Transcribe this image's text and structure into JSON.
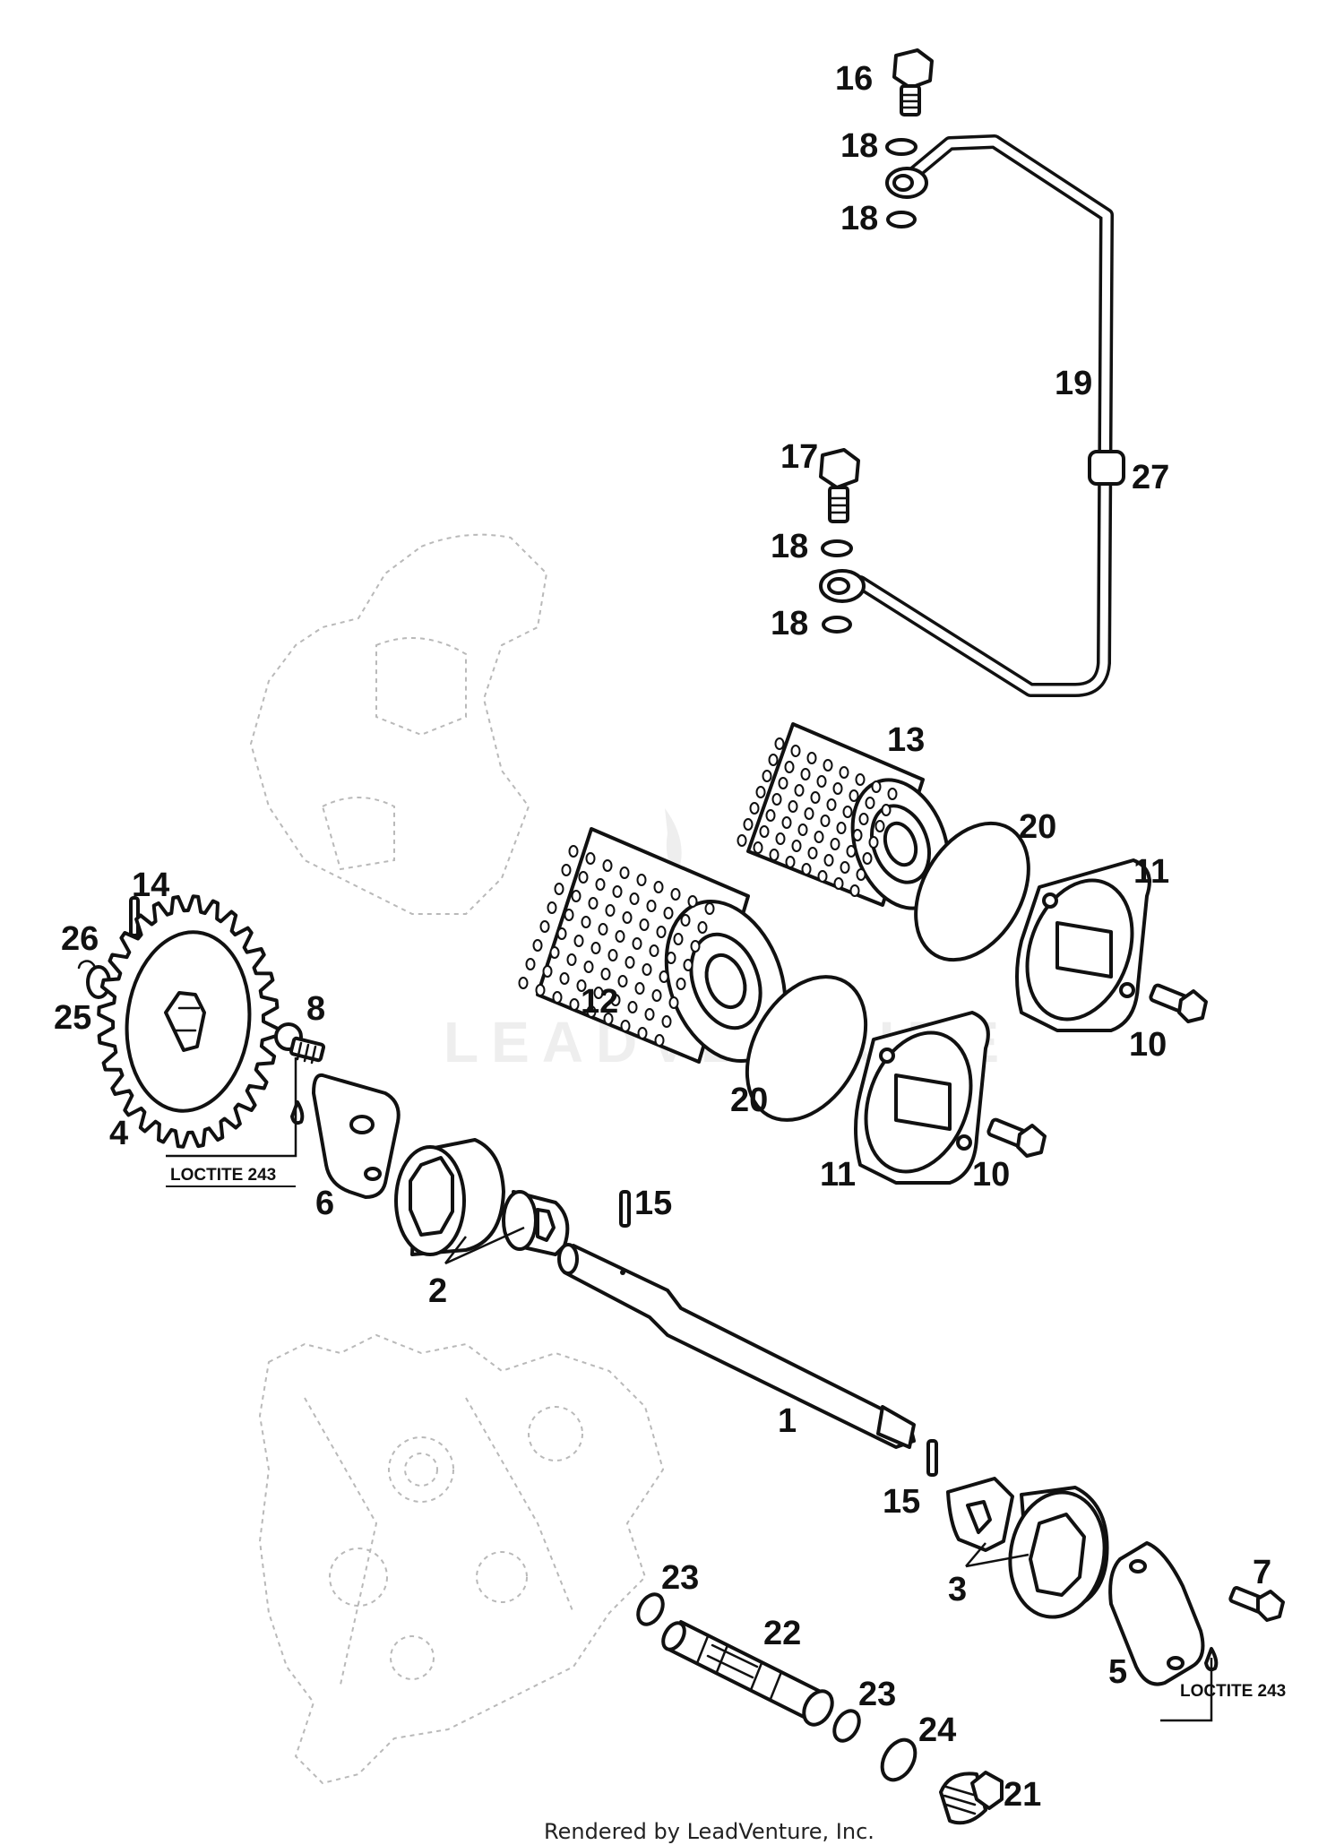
{
  "watermark": "LEADVENTURE",
  "footer": "Rendered by LeadVenture, Inc.",
  "notes": {
    "loctite_left": "LOCTITE 243",
    "loctite_right": "LOCTITE 243"
  },
  "callouts": {
    "c1": "1",
    "c2": "2",
    "c3": "3",
    "c4": "4",
    "c5": "5",
    "c6": "6",
    "c7": "7",
    "c8": "8",
    "c10a": "10",
    "c10b": "10",
    "c11a": "11",
    "c11b": "11",
    "c12": "12",
    "c13": "13",
    "c14": "14",
    "c15a": "15",
    "c15b": "15",
    "c16": "16",
    "c17": "17",
    "c18a": "18",
    "c18b": "18",
    "c18c": "18",
    "c18d": "18",
    "c19": "19",
    "c20a": "20",
    "c20b": "20",
    "c21": "21",
    "c22": "22",
    "c23a": "23",
    "c23b": "23",
    "c24": "24",
    "c25": "25",
    "c26": "26",
    "c27": "27"
  },
  "icons": {
    "part-16": "banjo-bolt-icon",
    "part-17": "banjo-bolt-icon",
    "part-12": "oil-filter-icon",
    "part-13": "oil-filter-icon",
    "part-4": "gear-icon",
    "part-21": "drain-plug-icon"
  }
}
